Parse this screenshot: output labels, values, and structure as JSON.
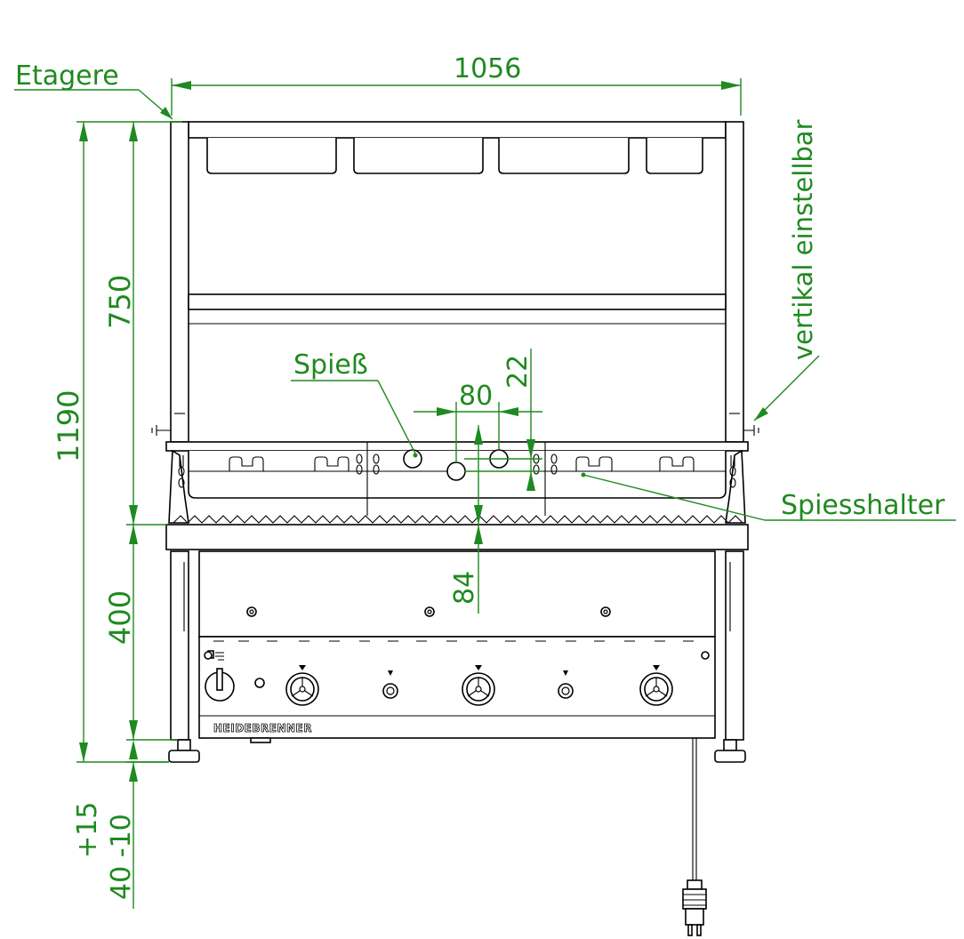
{
  "labels": {
    "etagere": "Etagere",
    "vertical": "vertikal einstellbar",
    "spiess": "Spieß",
    "spiesshalter": "Spiesshalter",
    "brand": "HEIDEBRENNER"
  },
  "dimensions": {
    "width": "1056",
    "height_total": "1190",
    "height_top": "750",
    "height_bottom": "400",
    "spacing": "80",
    "offset": "22",
    "depth": "84",
    "feet_tol_plus": "+15",
    "feet_tol_minus": "40  -10"
  },
  "colors": {
    "dimension": "#1f8a1f",
    "outline": "#000000"
  }
}
